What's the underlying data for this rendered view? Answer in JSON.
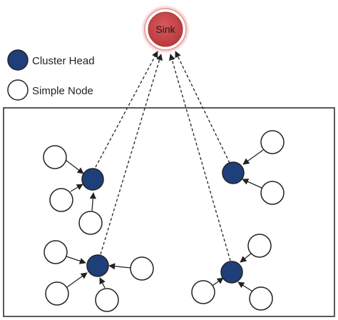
{
  "sink": {
    "label": "Sink"
  },
  "legend": {
    "cluster_head_label": "Cluster Head",
    "simple_node_label": "Simple Node"
  },
  "colors": {
    "sink_fill": "#c9484b",
    "sink_ring": "#f2b8b8",
    "cluster_head_fill": "#1f3f7a",
    "simple_node_fill": "#ffffff",
    "stroke": "#222222"
  },
  "clusters": [
    {
      "id": "cluster-top-left",
      "member_count": 3
    },
    {
      "id": "cluster-top-right",
      "member_count": 2
    },
    {
      "id": "cluster-bottom-left",
      "member_count": 4
    },
    {
      "id": "cluster-bottom-right",
      "member_count": 3
    }
  ]
}
